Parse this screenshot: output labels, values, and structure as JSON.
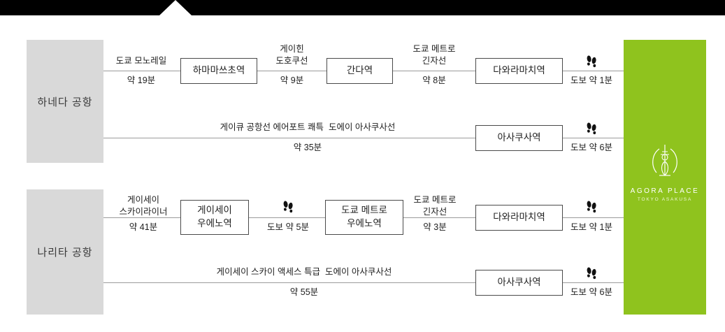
{
  "airports": {
    "haneda": "하네다 공항",
    "narita": "나리타 공항"
  },
  "hotel": {
    "name": "AGORA PLACE",
    "subname": "TOKYO ASAKUSA",
    "accent_color": "#8fc31e"
  },
  "haneda_route1": {
    "leg1_line": "도쿄 모노레일",
    "leg1_time": "약 19분",
    "station1": "하마마쓰초역",
    "leg2_line": "게이힌\n도호쿠선",
    "leg2_time": "약 9분",
    "station2": "간다역",
    "leg3_line": "도쿄 메트로\n긴자선",
    "leg3_time": "약 8분",
    "station3": "다와라마치역",
    "walk": "도보 약 1분"
  },
  "haneda_route2": {
    "leg1_line": "게이큐 공항선 에어포트 쾌특  도에이 아사쿠사선",
    "leg1_time": "약 35분",
    "station1": "아사쿠사역",
    "walk": "도보 약 6분"
  },
  "narita_route1": {
    "leg1_line": "게이세이\n스카이라이너",
    "leg1_time": "약 41분",
    "station1": "게이세이\n우에노역",
    "walk1": "도보 약 5분",
    "station2": "도쿄 메트로\n우에노역",
    "leg2_line": "도쿄 메트로\n긴자선",
    "leg2_time": "약 3분",
    "station3": "다와라마치역",
    "walk2": "도보 약 1분"
  },
  "narita_route2": {
    "leg1_line": "게이세이 스카이 액세스 특급  도에이 아사쿠사선",
    "leg1_time": "약 55분",
    "station1": "아사쿠사역",
    "walk": "도보 약 6분"
  }
}
